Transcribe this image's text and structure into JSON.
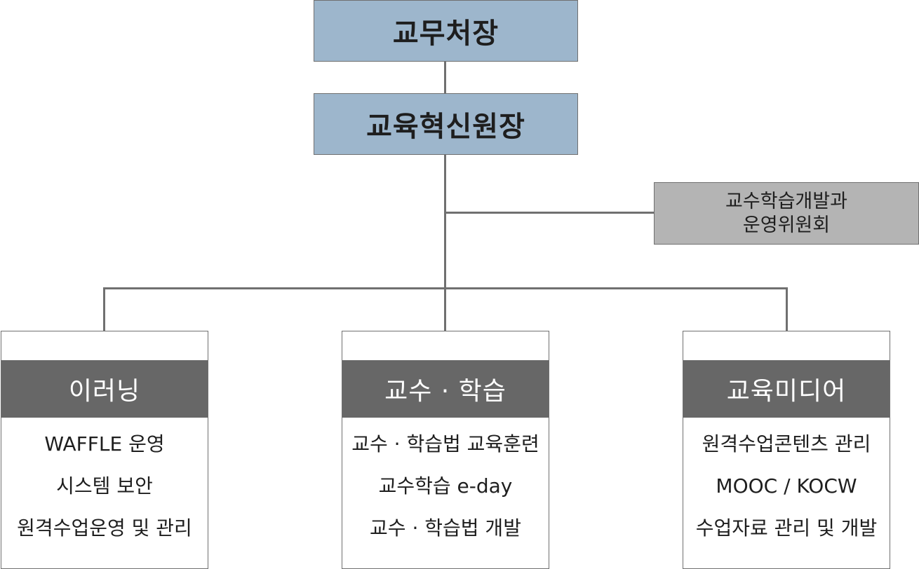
{
  "nodes": {
    "director": "교무처장",
    "innovation_head": "교육혁신원장",
    "committee": [
      "교수학습개발과",
      "운영위원회"
    ]
  },
  "departments": [
    {
      "title": "이러닝",
      "items": [
        "WAFFLE 운영",
        "시스템 보안",
        "원격수업운영 및 관리"
      ]
    },
    {
      "title": "교수 · 학습",
      "items": [
        "교수 · 학습법 교육훈련",
        "교수학습 e-day",
        "교수 · 학습법 개발"
      ]
    },
    {
      "title": "교육미디어",
      "items": [
        "원격수업콘텐츠 관리",
        "MOOC / KOCW",
        "수업자료 관리 및 개발"
      ]
    }
  ],
  "colors": {
    "top_box": "#9db6cc",
    "committee_box": "#b4b4b4",
    "dept_header": "#676767",
    "connector": "#707070"
  }
}
